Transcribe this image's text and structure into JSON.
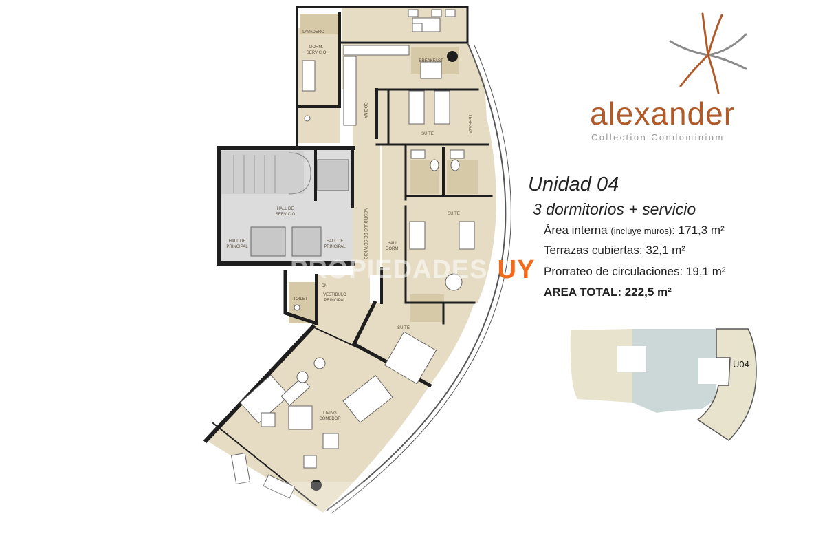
{
  "brand": {
    "name": "alexander",
    "subtitle": "Collection Condominium"
  },
  "unit": {
    "title": "Unidad 04",
    "subtitle": "3 dormitorios + servicio",
    "area_interna_label": "Área interna",
    "area_interna_note": "(incluye muros)",
    "area_interna_value": ": 171,3 m²",
    "terrazas": "Terrazas cubiertas: 32,1 m²",
    "prorrateo": "Prorrateo de circulaciones: 19,1 m²",
    "total": "AREA  TOTAL: 222,5 m²"
  },
  "watermark": {
    "main": "PROPIEDADES",
    "suffix": "UY"
  },
  "key_plan": {
    "unit_label": "U04"
  },
  "rooms": {
    "lavadero": "LAVADERO",
    "dorm_servicio_1": "DORM.",
    "dorm_servicio_2": "SERVICIO",
    "breakfast": "BREAKFAST",
    "cocina": "COCINA",
    "suite_1": "SUITE",
    "terraza": "TERRAZA",
    "hall_servicio_1": "HALL DE",
    "hall_servicio_2": "SERVICIO",
    "suite_2": "SUITE",
    "hall_principal_l_1": "HALL DE",
    "hall_principal_l_2": "PRINCIPAL",
    "hall_principal_r_1": "HALL DE",
    "hall_principal_r_2": "PRINCIPAL",
    "vestibulo_servicio": "VESTIBULO DE SERVICIO",
    "hall_dorm_1": "HALL",
    "hall_dorm_2": "DORM.",
    "toilet": "TOILET",
    "vestibulo_1": "VESTIBULO",
    "vestibulo_2": "PRINCIPAL",
    "suite_3": "SUITE",
    "living_1": "LIVING",
    "living_2": "COMEDOR",
    "dn": "DN"
  },
  "colors": {
    "floor": "#e6dcc3",
    "floor_dark": "#d6c9a8",
    "wall": "#1e1e1e",
    "accent": "#b05a2a",
    "key_beige": "#e8e3cc",
    "key_blue": "#ccd8d8",
    "watermark_accent": "#f26b1d"
  },
  "icons": [
    "alexander-star-logo-icon"
  ]
}
